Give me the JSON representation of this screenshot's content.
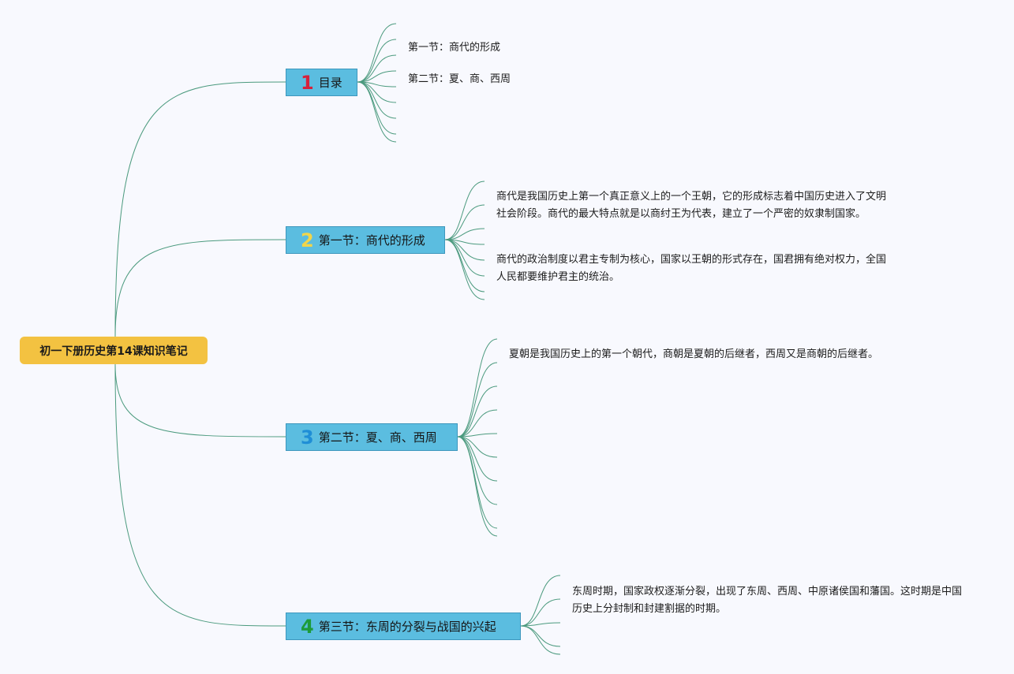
{
  "root": {
    "label": "初一下册历史第14课知识笔记"
  },
  "branches": [
    {
      "number": "1",
      "number_color": "#d6223b",
      "label": "目录",
      "leaves": [
        "第一节：商代的形成",
        "第二节：夏、商、西周"
      ]
    },
    {
      "number": "2",
      "number_color": "#f1d54a",
      "label": "第一节：商代的形成",
      "leaves": [
        "商代是我国历史上第一个真正意义上的一个王朝，它的形成标志着中国历史进入了文明社会阶段。商代的最大特点就是以商纣王为代表，建立了一个严密的奴隶制国家。",
        "商代的政治制度以君主专制为核心，国家以王朝的形式存在，国君拥有绝对权力，全国人民都要维护君主的统治。"
      ]
    },
    {
      "number": "3",
      "number_color": "#1f8ed6",
      "label": "第二节：夏、商、西周",
      "leaves": [
        "夏朝是我国历史上的第一个朝代，商朝是夏朝的后继者，西周又是商朝的后继者。"
      ]
    },
    {
      "number": "4",
      "number_color": "#1c9b3a",
      "label": "第三节：东周的分裂与战国的兴起",
      "leaves": [
        "东周时期，国家政权逐渐分裂，出现了东周、西周、中原诸侯国和藩国。这时期是中国历史上分封制和封建割据的时期。"
      ]
    }
  ],
  "colors": {
    "link": "#4b9a7e",
    "root_fill": "#f3c241",
    "branch_fill": "#5bbde0"
  }
}
